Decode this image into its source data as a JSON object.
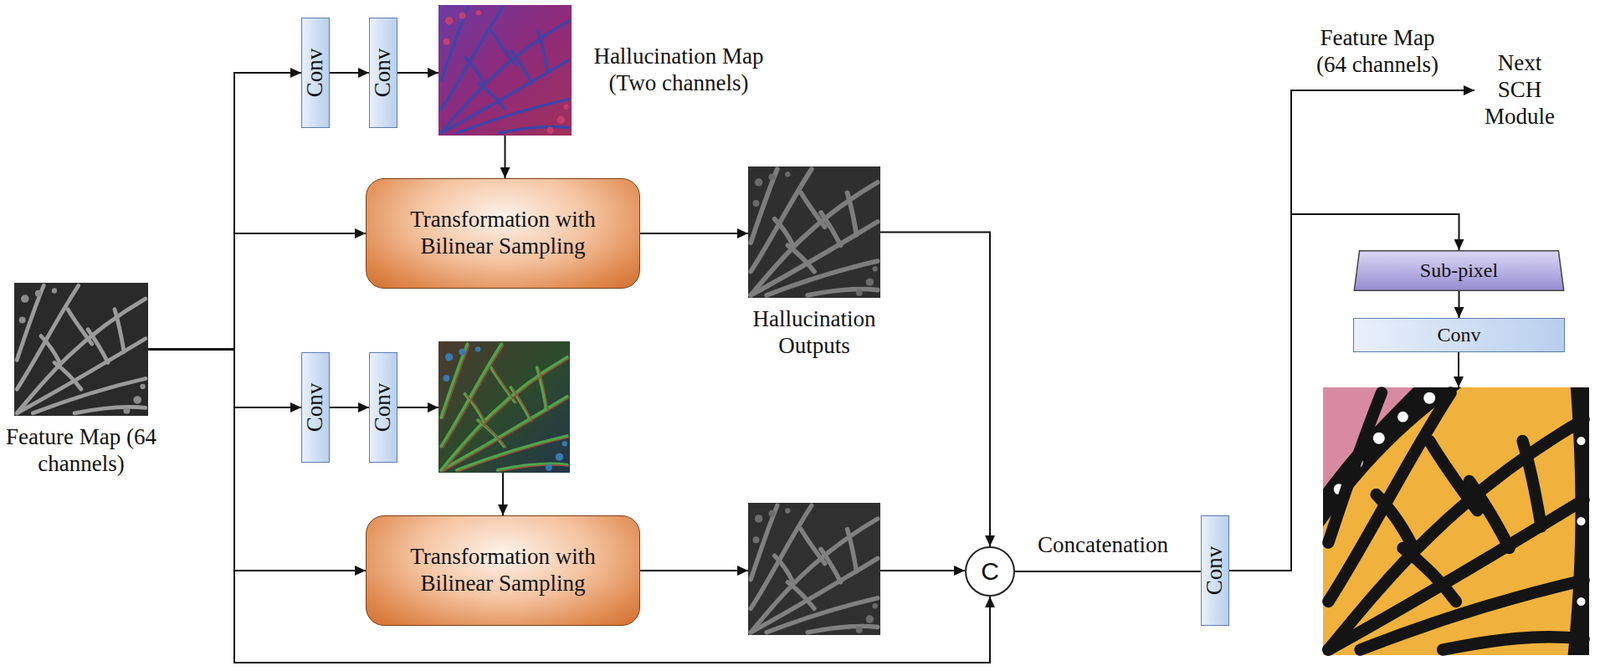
{
  "diagram": {
    "nodes": [
      {
        "text": [
          "Feature Map (64 channels)"
        ]
      },
      {
        "text": [
          "Conv"
        ]
      },
      {
        "text": [
          "Conv"
        ]
      },
      {
        "text": [
          "Hallucination Map (Two channels)"
        ]
      },
      {
        "text": [
          "Transformation with Bilinear Sampling"
        ]
      },
      {
        "text": [
          "Hallucination Outputs"
        ]
      },
      {
        "text": [
          "Conv"
        ]
      },
      {
        "text": [
          "Conv"
        ]
      },
      {
        "text": [
          "Transformation with Bilinear Sampling"
        ]
      },
      {
        "text": [
          "C"
        ]
      },
      {
        "text": [
          "Conv"
        ]
      },
      {
        "text": [
          "Sub-pixel"
        ]
      },
      {
        "text": [
          "Conv"
        ]
      }
    ],
    "edges": [
      {
        "from": 0,
        "to": 1,
        "arrow": "to"
      },
      {
        "from": 0,
        "to": 4,
        "arrow": "to"
      },
      {
        "from": 0,
        "to": 6,
        "arrow": "to"
      },
      {
        "from": 0,
        "to": 8,
        "arrow": "to"
      },
      {
        "from": 0,
        "to": 9,
        "arrow": "to"
      },
      {
        "from": 1,
        "to": 2,
        "arrow": "to"
      },
      {
        "from": 2,
        "to": 3,
        "arrow": "to"
      },
      {
        "from": 3,
        "to": 4,
        "arrow": "to"
      },
      {
        "from": 4,
        "to": 5,
        "arrow": "to"
      },
      {
        "from": 5,
        "to": 9,
        "arrow": "to"
      },
      {
        "from": 6,
        "to": 7,
        "arrow": "to"
      },
      {
        "from": 7,
        "to": 8,
        "arrow": "to"
      },
      {
        "from": 8,
        "to": 9,
        "arrow": "to"
      },
      {
        "from": 9,
        "to": 10,
        "arrow": "none"
      },
      {
        "from": 10,
        "to": 11,
        "arrow": "to"
      },
      {
        "from": 11,
        "to": 12,
        "arrow": "to"
      }
    ],
    "labels": [
      "Concatenation",
      "Feature Map (64 channels)",
      "Next SCH Module"
    ]
  }
}
